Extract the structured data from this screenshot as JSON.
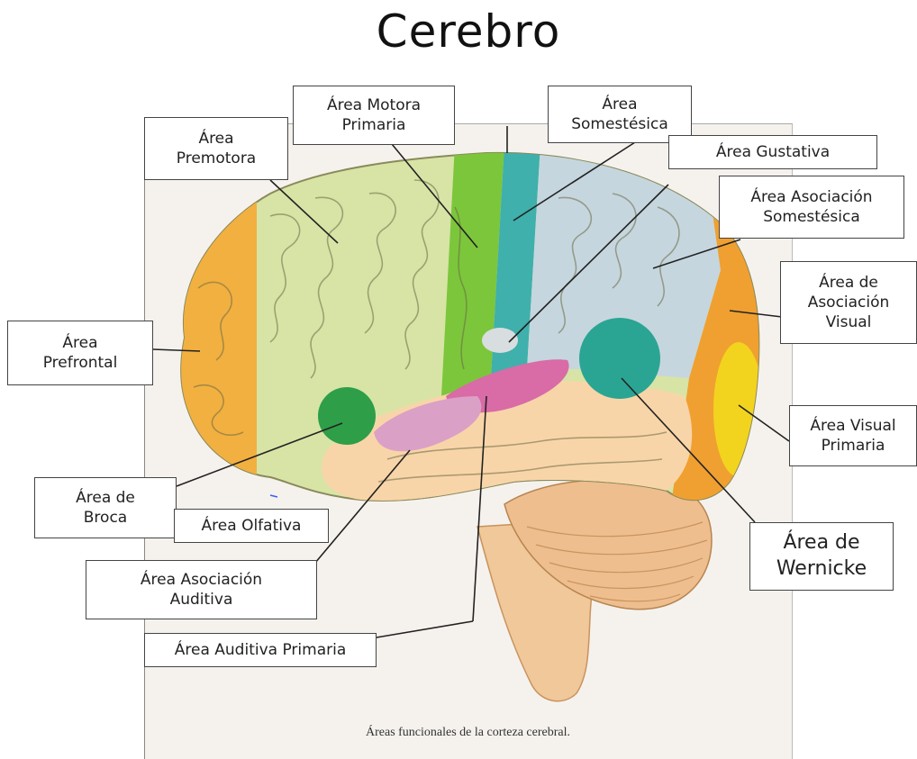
{
  "title": "Cerebro",
  "caption": "Áreas funcionales de la corteza cerebral.",
  "labels": {
    "premotora": "Área\nPremotora",
    "motora": "Área Motora\nPrimaria",
    "somestesica": "Área\nSomestésica",
    "gustativa": "Área Gustativa",
    "asoc_somestesica": "Área Asociación\nSomestésica",
    "asoc_visual": "Área de\nAsociación\nVisual",
    "prefrontal": "Área\nPrefrontal",
    "visual_primaria": "Área Visual\nPrimaria",
    "broca": "Área de\nBroca",
    "olfativa": "Área Olfativa",
    "wernicke": "Área de\nWernicke",
    "asoc_auditiva": "Área Asociación\nAuditiva",
    "auditiva_primaria": "Área Auditiva Primaria"
  },
  "colors": {
    "prefrontal": "#f2b040",
    "premotora": "#d7e4a6",
    "motora": "#7cc63b",
    "somestesica": "#3fb0ac",
    "asociacion_somestesica": "#c6d6de",
    "visual_asociacion": "#f0a030",
    "visual_primaria": "#f2d41f",
    "broca": "#2e9e48",
    "auditiva": "#d46aa4",
    "wernicke": "#2aa594",
    "temporal": "#f8d5a8",
    "cerebelo": "#eebe8e",
    "tronco": "#f0c89a"
  }
}
